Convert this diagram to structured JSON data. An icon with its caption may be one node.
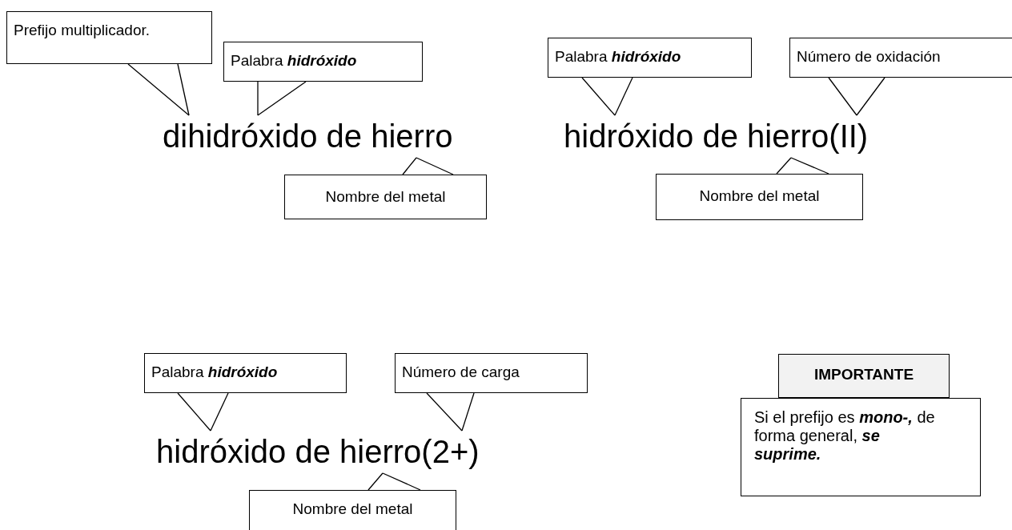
{
  "diagram": {
    "nodes": [
      {
        "text": [
          "Prefijo multiplicador."
        ]
      },
      {
        "text": [
          "Palabra **hidróxido**"
        ]
      },
      {
        "text": [
          "dihidróxido de hierro"
        ]
      },
      {
        "text": [
          "Nombre del metal"
        ]
      },
      {
        "text": [
          "Palabra **hidróxido**"
        ]
      },
      {
        "text": [
          "Número de oxidación"
        ]
      },
      {
        "text": [
          "hidróxido de hierro(II)"
        ]
      },
      {
        "text": [
          "Nombre del metal"
        ]
      },
      {
        "text": [
          "Palabra **hidróxido**"
        ]
      },
      {
        "text": [
          "Número de carga"
        ]
      },
      {
        "text": [
          "hidróxido de hierro(2+)"
        ]
      },
      {
        "text": [
          "Nombre del metal"
        ]
      },
      {
        "text": [
          "IMPORTANTE"
        ]
      },
      {
        "text": [
          "Si el prefijo es **mono-,** de forma general, **se suprime.**"
        ]
      }
    ],
    "edges": [
      {
        "from": 0,
        "to": 2,
        "arrow": "none"
      },
      {
        "from": 1,
        "to": 2,
        "arrow": "none"
      },
      {
        "from": 3,
        "to": 2,
        "arrow": "none"
      },
      {
        "from": 4,
        "to": 6,
        "arrow": "none"
      },
      {
        "from": 5,
        "to": 6,
        "arrow": "none"
      },
      {
        "from": 7,
        "to": 6,
        "arrow": "none"
      },
      {
        "from": 8,
        "to": 10,
        "arrow": "none"
      },
      {
        "from": 9,
        "to": 10,
        "arrow": "none"
      },
      {
        "from": 11,
        "to": 10,
        "arrow": "none"
      }
    ]
  }
}
